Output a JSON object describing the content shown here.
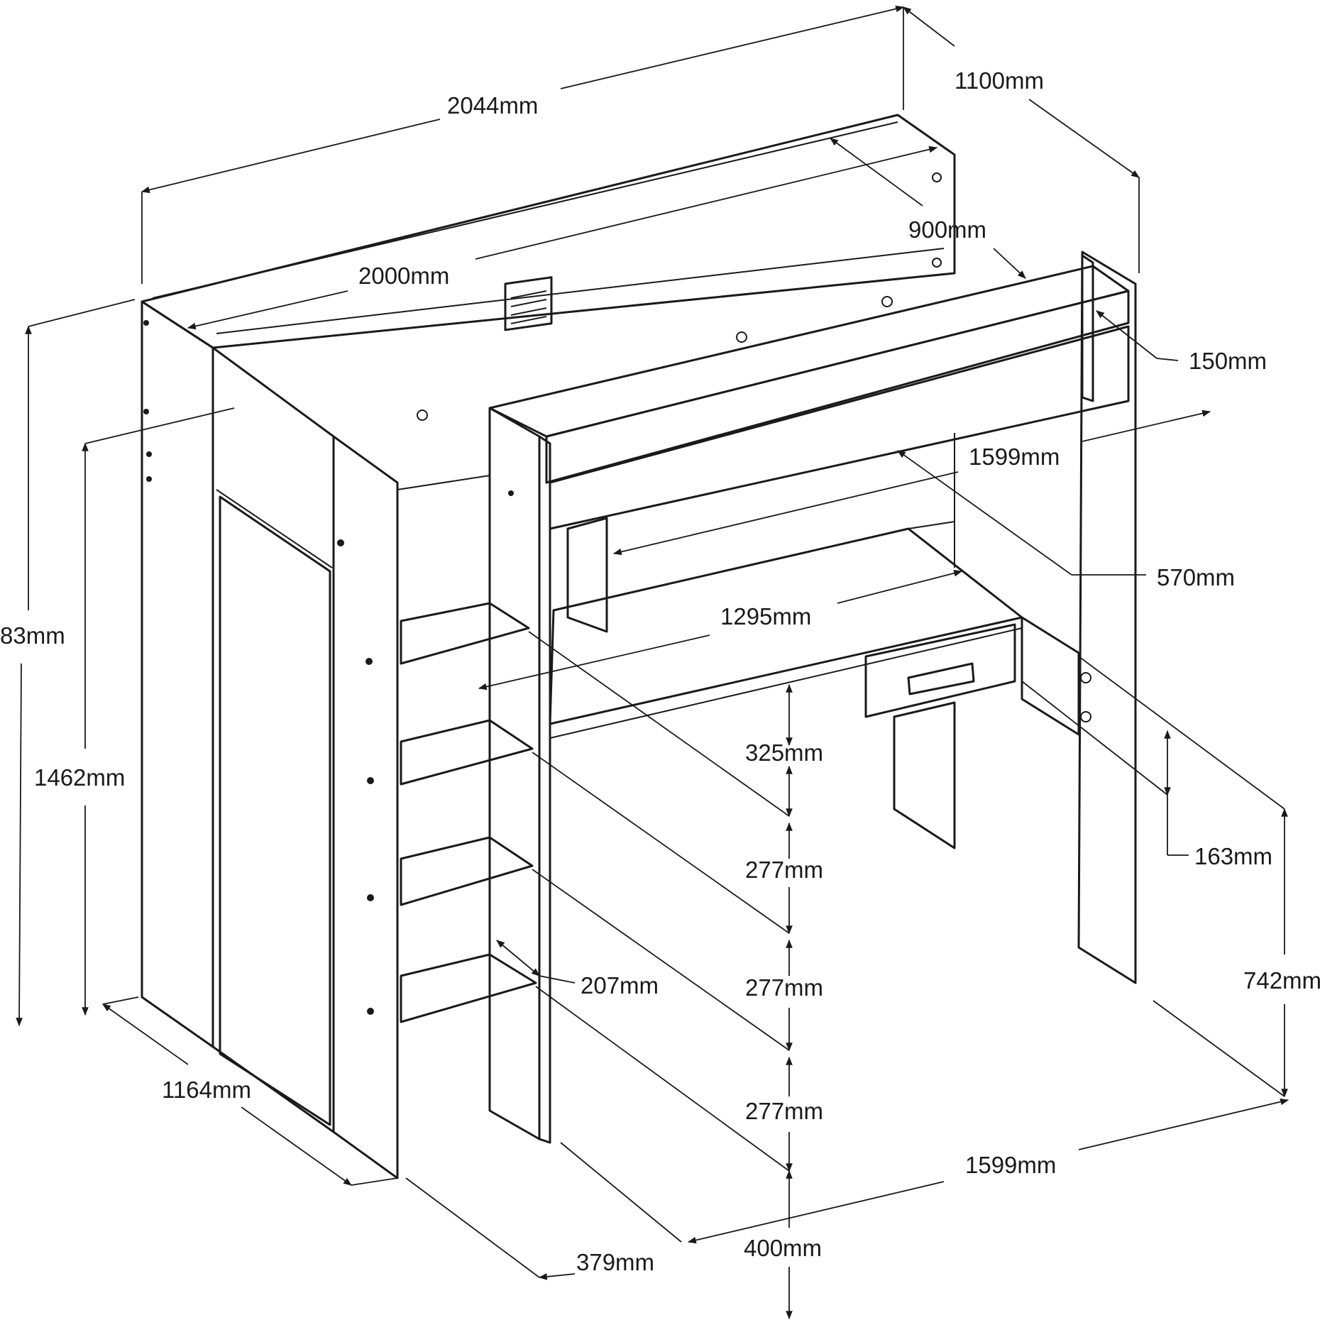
{
  "diagram": {
    "labels": {
      "total_length": "2044mm",
      "total_depth": "1100mm",
      "mattress_length": "2000mm",
      "mattress_width": "900mm",
      "guard_height": "150mm",
      "desk_top_length": "1599mm",
      "desk_depth": "570mm",
      "desk_width": "1295mm",
      "total_height_partial": "83mm",
      "wardrobe_height": "1462mm",
      "shelf_1": "325mm",
      "shelf_2": "277mm",
      "shelf_3": "277mm",
      "shelf_4": "277mm",
      "drawer_height": "163mm",
      "shelf_depth": "207mm",
      "desk_height": "742mm",
      "wardrobe_width": "1164mm",
      "frame_length": "1599mm",
      "shelf_unit_depth": "379mm",
      "bottom_height": "400mm"
    }
  }
}
